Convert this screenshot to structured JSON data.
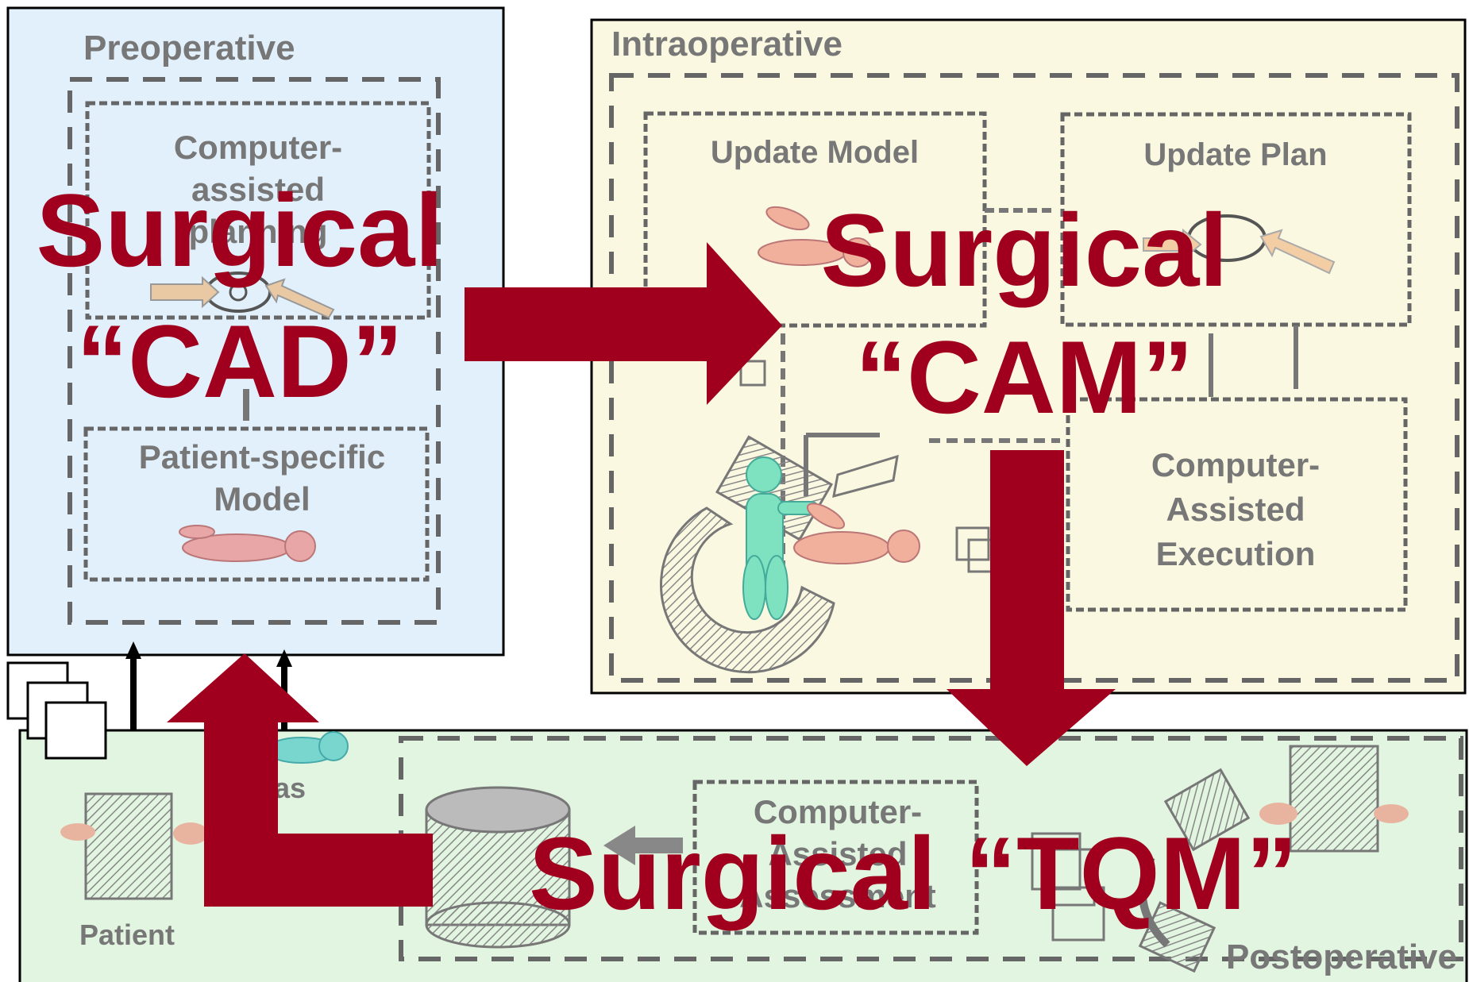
{
  "panels": {
    "preoperative": {
      "title": "Preoperative",
      "planning_line1": "Computer-",
      "planning_line2": "assisted",
      "planning_line3": "planning",
      "model_line1": "Patient-specific",
      "model_line2": "Model"
    },
    "intraoperative": {
      "title": "Intraoperative",
      "update_model": "Update Model",
      "update_plan": "Update Plan",
      "execution_line1": "Computer-",
      "execution_line2": "Assisted",
      "execution_line3": "Execution"
    },
    "postoperative": {
      "title": "Postoperative",
      "patient": "Patient",
      "atlas_fragment": "as",
      "assessment_line1": "Computer-",
      "assessment_line2": "Assisted",
      "assessment_line3": "Assessment"
    }
  },
  "overlay": {
    "cad_line1": "Surgical",
    "cad_line2": "“CAD”",
    "cam_line1": "Surgical",
    "cam_line2": "“CAM”",
    "tqm": "Surgical “TQM”"
  },
  "colors": {
    "preoperative_bg": "#e2f0fb",
    "intraoperative_bg": "#fbf8e1",
    "postoperative_bg": "#e2f5e0",
    "arrow": "#a0001e",
    "overlay_text": "#a0001e",
    "faded_text": "#777777"
  }
}
